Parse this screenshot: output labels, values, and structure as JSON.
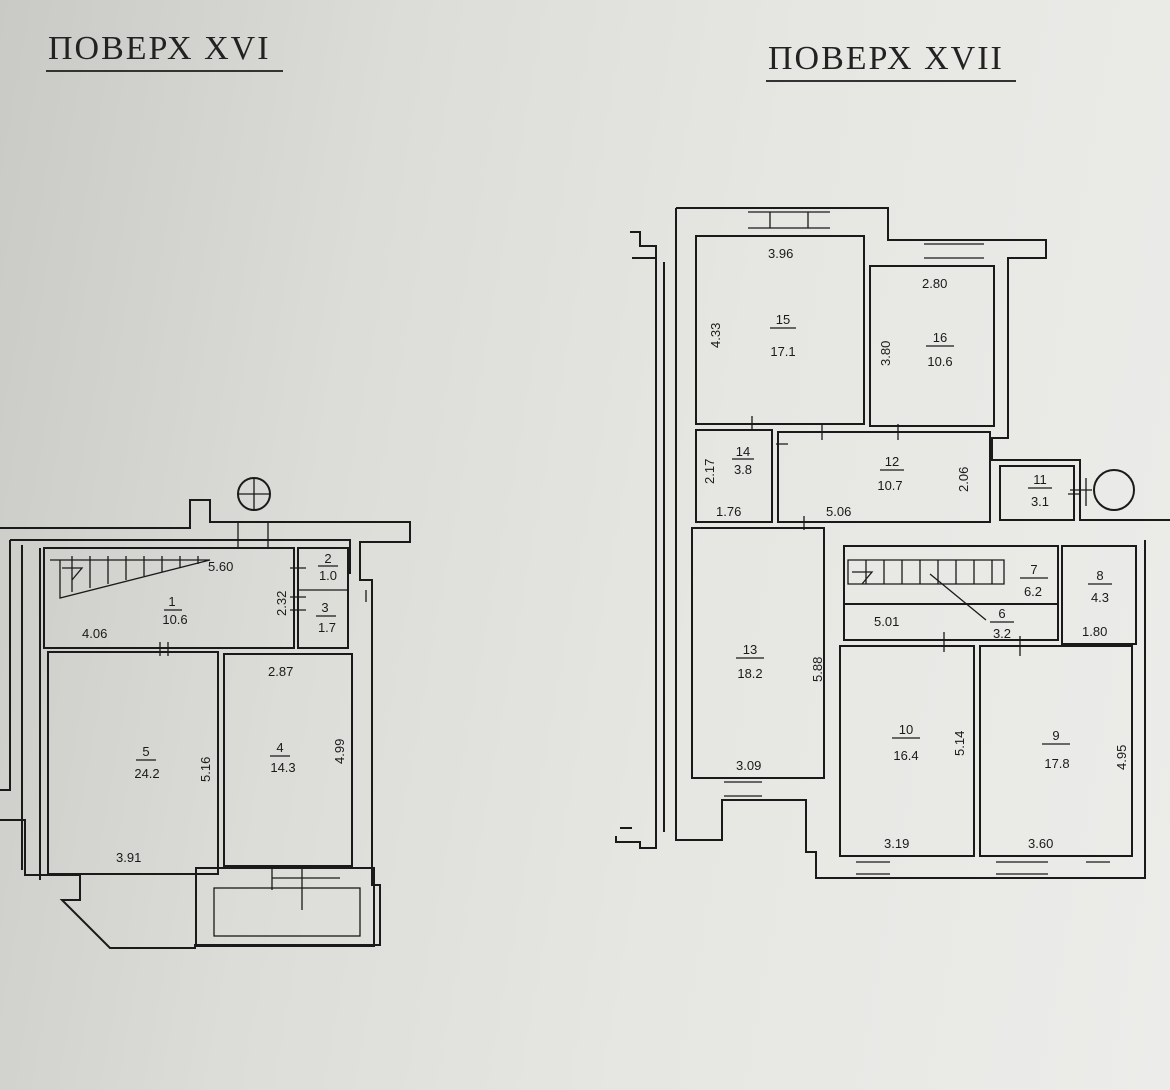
{
  "floors": {
    "f16": {
      "title": "ПОВЕРХ  XVI",
      "rooms": [
        {
          "no": "1",
          "area": "10.6"
        },
        {
          "no": "2",
          "area": "1.0"
        },
        {
          "no": "3",
          "area": "1.7"
        },
        {
          "no": "4",
          "area": "14.3"
        },
        {
          "no": "5",
          "area": "24.2"
        }
      ],
      "dims": [
        "5.60",
        "2.32",
        "4.06",
        "2.87",
        "5.16",
        "4.99",
        "3.91"
      ]
    },
    "f17": {
      "title": "ПОВЕРХ  XVII",
      "rooms": [
        {
          "no": "15",
          "area": "17.1"
        },
        {
          "no": "16",
          "area": "10.6"
        },
        {
          "no": "14",
          "area": "3.8"
        },
        {
          "no": "12",
          "area": "10.7"
        },
        {
          "no": "11",
          "area": "3.1"
        },
        {
          "no": "13",
          "area": "18.2"
        },
        {
          "no": "7",
          "area": "6.2"
        },
        {
          "no": "8",
          "area": "4.3"
        },
        {
          "no": "6",
          "area": "3.2"
        },
        {
          "no": "10",
          "area": "16.4"
        },
        {
          "no": "9",
          "area": "17.8"
        }
      ],
      "dims": [
        "3.96",
        "2.80",
        "4.33",
        "3.80",
        "2.17",
        "2.06",
        "1.76",
        "5.06",
        "5.01",
        "1.80",
        "5.88",
        "5.14",
        "4.95",
        "3.09",
        "3.19",
        "3.60"
      ]
    }
  }
}
